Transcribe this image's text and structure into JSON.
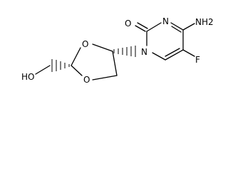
{
  "molecule": {
    "atom_labels": {
      "carbonyl_o": "O",
      "n3": "N",
      "amino": "NH2",
      "n1": "N",
      "fluoro": "F",
      "ring_o1": "O",
      "ring_o3": "O",
      "hydroxyl": "HO"
    },
    "colors": {
      "ink": "#000000",
      "background": "#ffffff"
    }
  }
}
